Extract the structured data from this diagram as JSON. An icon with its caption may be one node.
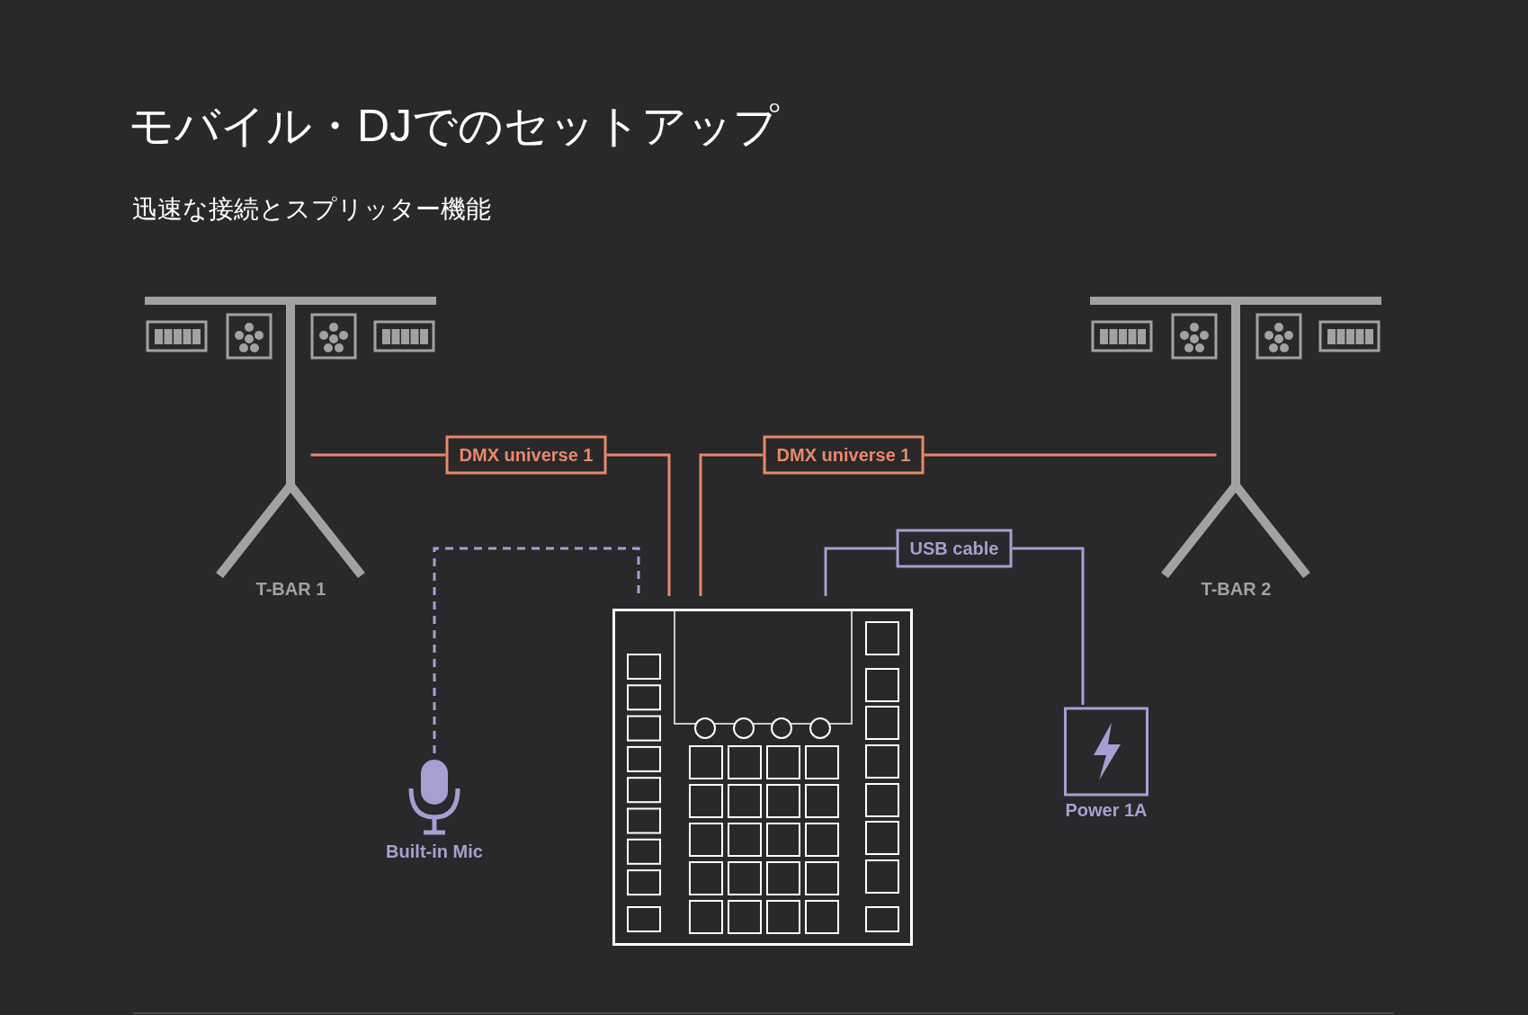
{
  "diagram": {
    "title": "モバイル・DJでのセットアップ",
    "nodes": [
      {
        "text": [
          "T-BAR 1"
        ]
      },
      {
        "text": [
          "T-BAR 2"
        ]
      },
      {
        "text": [
          "Built-in Mic"
        ]
      },
      {
        "text": [],
        "shape": "picture"
      },
      {
        "text": [
          "Power 1A"
        ]
      }
    ],
    "edges": [
      {
        "from": 0,
        "to": 3,
        "arrow": "none",
        "label": "DMX universe 1",
        "color": "#e8896a"
      },
      {
        "from": 1,
        "to": 3,
        "arrow": "none",
        "label": "DMX universe 1",
        "color": "#e8896a"
      },
      {
        "from": 2,
        "to": 3,
        "arrow": "none",
        "style": "dashed",
        "color": "#a99ed2"
      },
      {
        "from": 3,
        "to": 4,
        "arrow": "none",
        "label": "USB cable",
        "color": "#a99ed2"
      }
    ],
    "labels": [
      "迅速な接続とスプリッター機能"
    ]
  }
}
